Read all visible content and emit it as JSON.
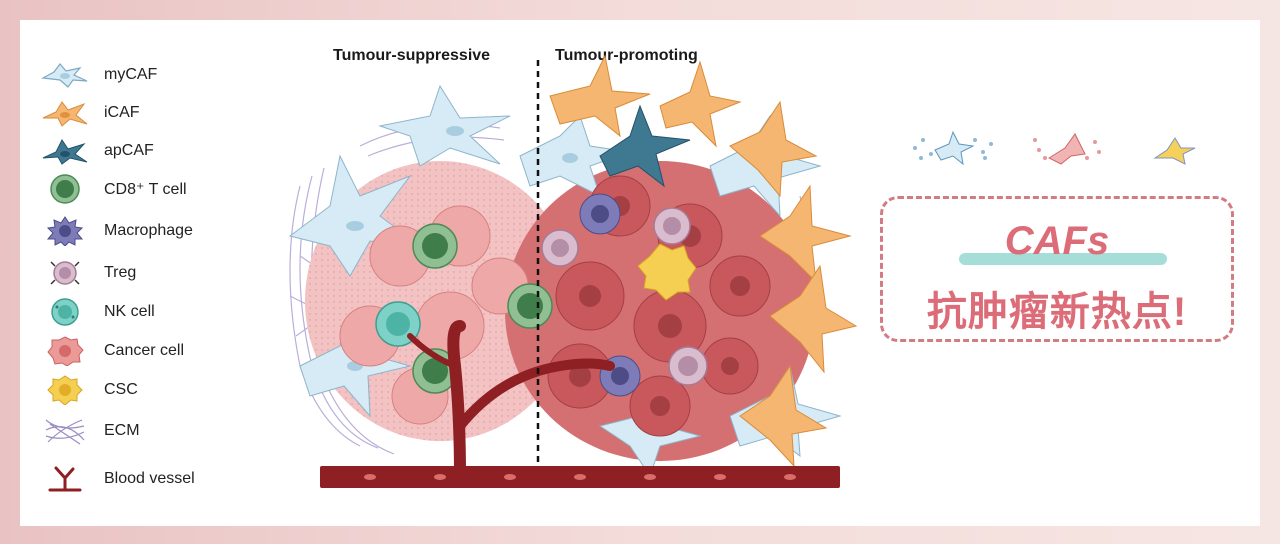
{
  "headings": {
    "left": "Tumour-suppressive",
    "right": "Tumour-promoting"
  },
  "legend": [
    {
      "label": "myCAF",
      "icon": "mycaf-icon",
      "color": "#cfe6f2"
    },
    {
      "label": "iCAF",
      "icon": "icaf-icon",
      "color": "#f2b36a"
    },
    {
      "label": "apCAF",
      "icon": "apcaf-icon",
      "color": "#3b6f86"
    },
    {
      "label": "CD8⁺ T cell",
      "icon": "cd8-t-cell-icon",
      "color": "#5b9a6c"
    },
    {
      "label": "Macrophage",
      "icon": "macrophage-icon",
      "color": "#6b6ba8"
    },
    {
      "label": "Treg",
      "icon": "treg-icon",
      "color": "#c9aabf"
    },
    {
      "label": "NK cell",
      "icon": "nk-cell-icon",
      "color": "#6cc7bd"
    },
    {
      "label": "Cancer cell",
      "icon": "cancer-cell-icon",
      "color": "#e88f8f"
    },
    {
      "label": "CSC",
      "icon": "csc-icon",
      "color": "#f1c74a"
    },
    {
      "label": "ECM",
      "icon": "ecm-icon",
      "color": "#9a8cc4"
    },
    {
      "label": "Blood vessel",
      "icon": "blood-vessel-icon",
      "color": "#8e1f22"
    }
  ],
  "badge": {
    "title": "CAFs",
    "subtitle": "抗肿瘤新热点!"
  },
  "colors": {
    "accent": "#dc6c78",
    "bar": "#8fd6cf",
    "vessel": "#8e1f22"
  }
}
